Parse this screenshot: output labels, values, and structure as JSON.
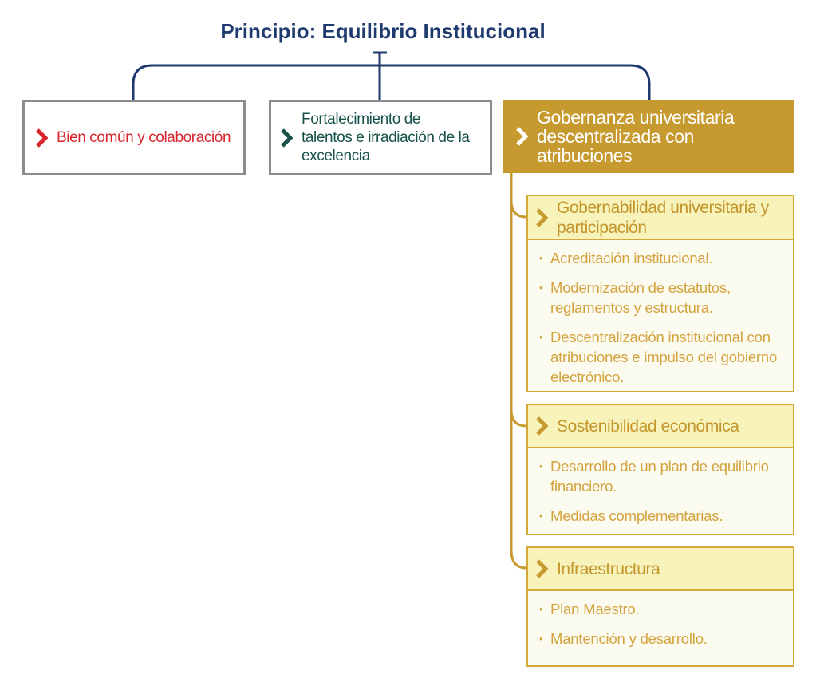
{
  "title": "Principio: Equilibrio Institucional",
  "branches": [
    {
      "label": "Bien común y colaboración"
    },
    {
      "label": "Fortalecimiento de talentos e irradiación de la excelencia"
    },
    {
      "label": "Gobernanza universitaria descentralizada con atribuciones"
    }
  ],
  "sections": [
    {
      "heading": "Gobernabilidad universitaria y participación",
      "items": [
        "Acreditación institucional.",
        "Modernización de estatutos, reglamentos y estructura.",
        "Descentralización institucional con atribuciones e impulso del gobierno electrónico."
      ]
    },
    {
      "heading": "Sostenibilidad económica",
      "items": [
        "Desarrollo de un plan de equilibrio financiero.",
        "Medidas complementarias."
      ]
    },
    {
      "heading": "Infraestructura",
      "items": [
        "Plan Maestro.",
        "Mantención y desarrollo."
      ]
    }
  ],
  "colors": {
    "navy": "#1f3a6e",
    "red": "#d9262e",
    "green": "#17514a",
    "gold": "#c79a2f"
  }
}
